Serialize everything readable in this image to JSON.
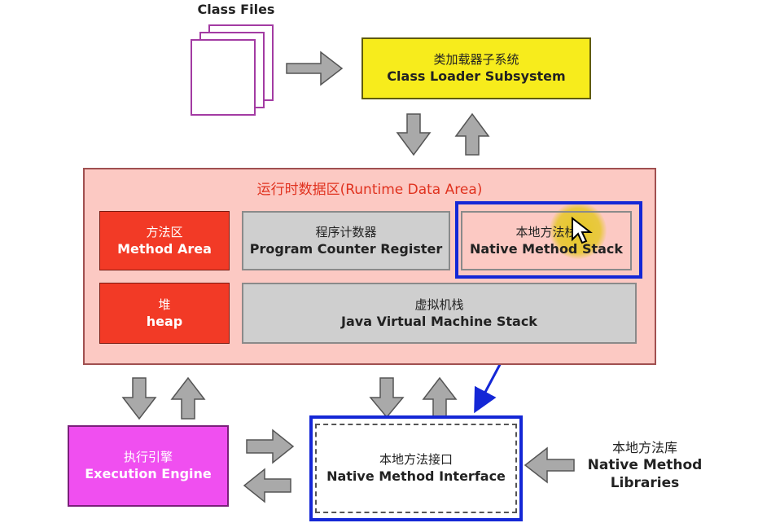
{
  "class_files": {
    "label": "Class Files"
  },
  "class_loader": {
    "label_cn": "类加载器子系统",
    "label_en": "Class Loader Subsystem"
  },
  "runtime_area": {
    "title": "运行时数据区(Runtime Data Area)",
    "method_area": {
      "cn": "方法区",
      "en": "Method Area"
    },
    "heap": {
      "cn": "堆",
      "en": "heap"
    },
    "pc_register": {
      "cn": "程序计数器",
      "en": "Program Counter Register"
    },
    "native_stack": {
      "cn": "本地方法栈",
      "en": "Native Method Stack"
    },
    "jvm_stack": {
      "cn": "虚拟机栈",
      "en": "Java Virtual Machine Stack"
    }
  },
  "execution_engine": {
    "cn": "执行引擎",
    "en": "Execution Engine"
  },
  "native_interface": {
    "cn": "本地方法接口",
    "en": "Native Method Interface"
  },
  "native_libraries": {
    "cn": "本地方法库",
    "en_line1": "Native Method",
    "en_line2": "Libraries"
  },
  "colors": {
    "loader": "#f7ec1c",
    "runtime": "#fcc9c3",
    "method_heap": "#f23a26",
    "grey_box": "#cfcfcf",
    "execution": "#f04ff0",
    "highlight": "#1427d6",
    "arrow": "#a9a9a9"
  }
}
